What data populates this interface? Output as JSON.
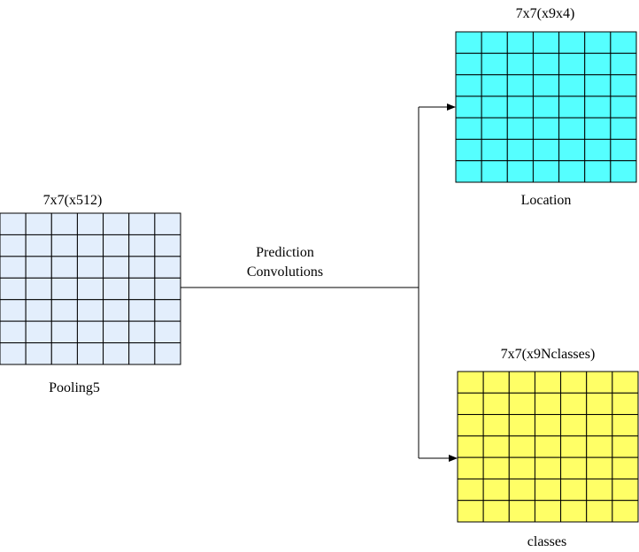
{
  "diagram": {
    "pooling": {
      "shape_label": "7x7(x512)",
      "name": "Pooling5",
      "fill": "#e3eefc",
      "rows": 7,
      "cols": 7
    },
    "edge": {
      "line1": "Prediction",
      "line2": "Convolutions"
    },
    "location": {
      "shape_label": "7x7(x9x4)",
      "name": "Location",
      "fill": "#55ffff",
      "rows": 7,
      "cols": 7
    },
    "classes": {
      "shape_label": "7x7(x9Nclasses)",
      "name": "classes",
      "fill": "#ffff66",
      "rows": 7,
      "cols": 7
    },
    "line_color": "#000000"
  }
}
